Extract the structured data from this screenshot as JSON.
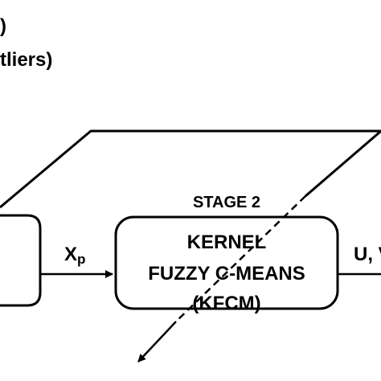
{
  "header": {
    "line1": ")",
    "line2": "tliers)"
  },
  "stage2": {
    "label": "STAGE 2",
    "box_line1": "KERNEL",
    "box_line2": "FUZZY C-MEANS",
    "box_line3": "(KFCM)"
  },
  "arrows": {
    "input_label_main": "X",
    "input_label_sub": "p",
    "output_label": "U, V"
  },
  "colors": {
    "stroke": "#000000",
    "background": "#ffffff"
  }
}
